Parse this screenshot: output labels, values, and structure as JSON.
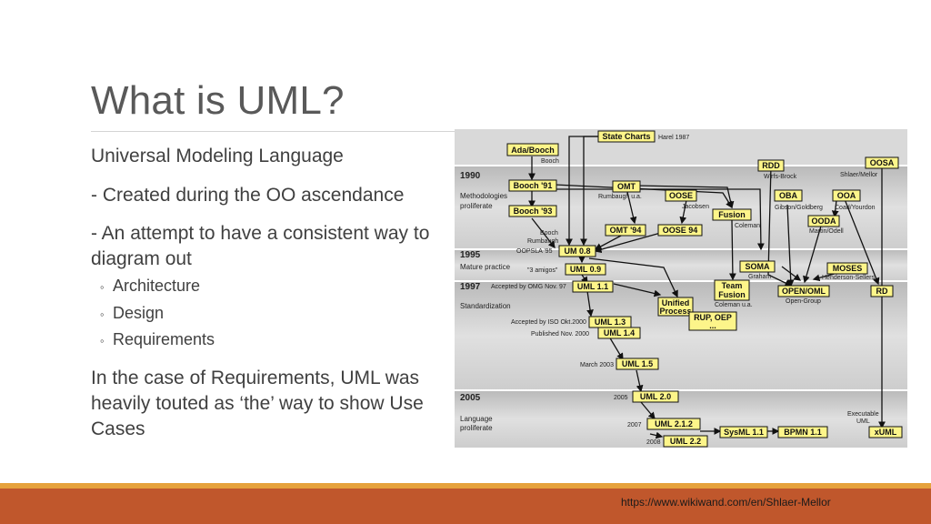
{
  "slide": {
    "title": "What is UML?",
    "line1": "Universal Modeling Language",
    "line2": "- Created during the OO ascendance",
    "line3": "- An attempt to have a consistent way to diagram out",
    "subitems": [
      "Architecture",
      "Design",
      "Requirements"
    ],
    "line4": "In the case of Requirements, UML was heavily touted as ‘the’ way to show Use Cases",
    "source_url": "https://www.wikiwand.com/en/Shlaer-Mellor"
  },
  "diagram": {
    "years": [
      "1990",
      "1995",
      "1997",
      "2005"
    ],
    "phases": [
      "Methodologies proliferate",
      "Mature practice",
      "Standardization",
      "Language proliferate"
    ],
    "nodes": {
      "statecharts": "State Charts",
      "adabooch": "Ada/Booch",
      "booch91": "Booch '91",
      "booch93": "Booch '93",
      "omt": "OMT",
      "oose": "OOSE",
      "fusion": "Fusion",
      "rdd": "RDD",
      "oosa": "OOSA",
      "oba": "OBA",
      "ooa": "OOA",
      "ooda": "OODA",
      "omt94": "OMT '94",
      "oose94": "OOSE 94",
      "um08": "UM 0.8",
      "uml09": "UML 0.9",
      "soma": "SOMA",
      "moses": "MOSES",
      "uml11": "UML 1.1",
      "teamfusion": "Team Fusion",
      "openoml": "OPEN/OML",
      "rd": "RD",
      "unified": "Unified Process",
      "rupoep": "RUP, OEP ...",
      "uml13": "UML 1.3",
      "uml14": "UML 1.4",
      "uml15": "UML 1.5",
      "uml20": "UML 2.0",
      "uml212": "UML 2.1.2",
      "uml22": "UML 2.2",
      "sysml": "SysML 1.1",
      "bpmn": "BPMN 1.1",
      "xuml": "xUML"
    },
    "notes": {
      "harel": "Harel 1987",
      "booch": "Booch",
      "wirfs": "Wirfs-Brock",
      "shlaer": "Shlaer/Mellor",
      "rumbaugh": "Rumbaugh u.a.",
      "jacobsen": "Jacobsen",
      "gibson": "Gibson/Goldberg",
      "coad": "Coad/Yourdon",
      "coleman": "Coleman",
      "martin": "Martin/Odell",
      "booch_rumbaugh1": "Booch",
      "booch_rumbaugh2": "Rumbaugh",
      "oopsla": "OOPSLA '95",
      "amigos": "\"3 amigos\"",
      "graham": "Graham",
      "henderson": "Henderson-Sellers",
      "omg": "Accepted by OMG Nov. 97",
      "coleman_ua": "Coleman u.a.",
      "opengroup": "Open-Group",
      "iso": "Accepted by ISO Okt.2000",
      "published": "Published Nov. 2000",
      "march2003": "March 2003",
      "y2005": "2005",
      "y2007": "2007",
      "y2008": "2008",
      "executable1": "Executable",
      "executable2": "UML"
    }
  },
  "colors": {
    "accent_bar": "#c0572c",
    "accent_stripe": "#e6a23c",
    "node_fill": "#fdf58a",
    "diagram_bg": "#cfcfcf"
  }
}
